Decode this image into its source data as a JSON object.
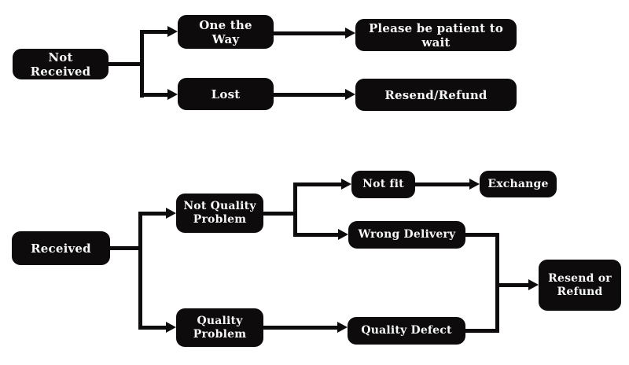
{
  "diagram": {
    "title": "after-sale decision flowchart",
    "background_color": "#ffffff",
    "node_fill_color": "#0d0b0b",
    "node_text_color": "#f8f8f8",
    "connector_color": "#0d0b0b",
    "nodes": {
      "not_received": "Not Received",
      "one_the_way": "One the Way",
      "lost": "Lost",
      "please_wait": "Please be patient to wait",
      "resend_refund": "Resend/Refund",
      "received": "Received",
      "not_quality_problem": "Not Quality Problem",
      "quality_problem": "Quality Problem",
      "not_fit": "Not fit",
      "exchange": "Exchange",
      "wrong_delivery": "Wrong Delivery",
      "quality_defect": "Quality Defect",
      "resend_or_refund": "Resend or Refund"
    },
    "edges": [
      {
        "from": "Not Received",
        "to": "One the Way"
      },
      {
        "from": "Not Received",
        "to": "Lost"
      },
      {
        "from": "One the Way",
        "to": "Please be patient to wait"
      },
      {
        "from": "Lost",
        "to": "Resend/Refund"
      },
      {
        "from": "Received",
        "to": "Not Quality Problem"
      },
      {
        "from": "Received",
        "to": "Quality Problem"
      },
      {
        "from": "Not Quality Problem",
        "to": "Not fit"
      },
      {
        "from": "Not Quality Problem",
        "to": "Wrong Delivery"
      },
      {
        "from": "Not fit",
        "to": "Exchange"
      },
      {
        "from": "Wrong Delivery",
        "to": "Resend or Refund"
      },
      {
        "from": "Quality Problem",
        "to": "Quality Defect"
      },
      {
        "from": "Quality Defect",
        "to": "Resend or Refund"
      }
    ]
  }
}
